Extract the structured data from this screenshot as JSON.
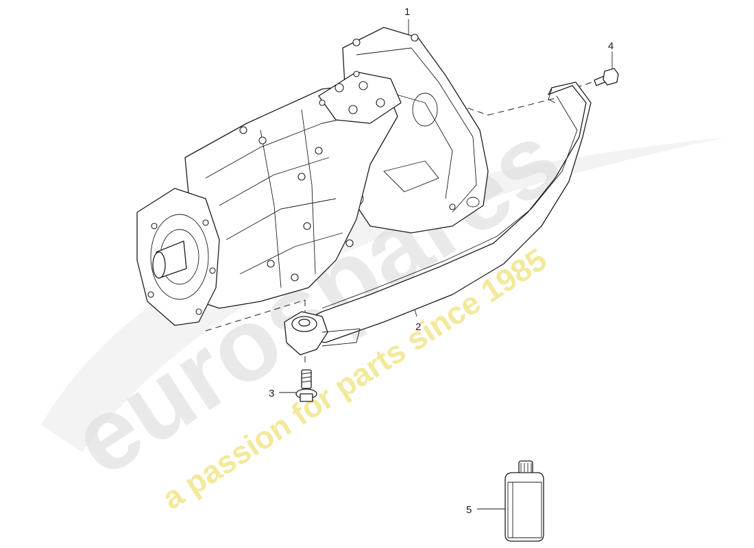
{
  "diagram": {
    "watermark": {
      "brand": "eurospares",
      "tagline": "a passion for parts since 1985"
    },
    "callouts": [
      {
        "id": "1",
        "label": "1"
      },
      {
        "id": "2",
        "label": "2"
      },
      {
        "id": "3",
        "label": "3"
      },
      {
        "id": "4",
        "label": "4"
      },
      {
        "id": "5",
        "label": "5"
      }
    ]
  }
}
